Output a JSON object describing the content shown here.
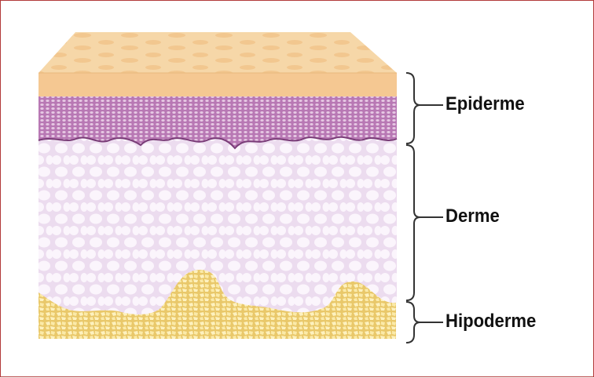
{
  "labels": {
    "epiderme": "Epiderme",
    "derme": "Derme",
    "hipoderme": "Hipoderme"
  },
  "colors": {
    "border": "#b23a3a",
    "stratum_corneum_top": "#f6d7a8",
    "stratum_corneum_front": "#f5c892",
    "epidermis": "#b878b4",
    "epidermis_cells": "#e6c8e3",
    "dermis": "#f3e6f5",
    "dermis_cells": "#ffffff",
    "hypodermis": "#f8e08a",
    "hypodermis_cells": "#fdf1bf",
    "bracket": "#333333"
  }
}
